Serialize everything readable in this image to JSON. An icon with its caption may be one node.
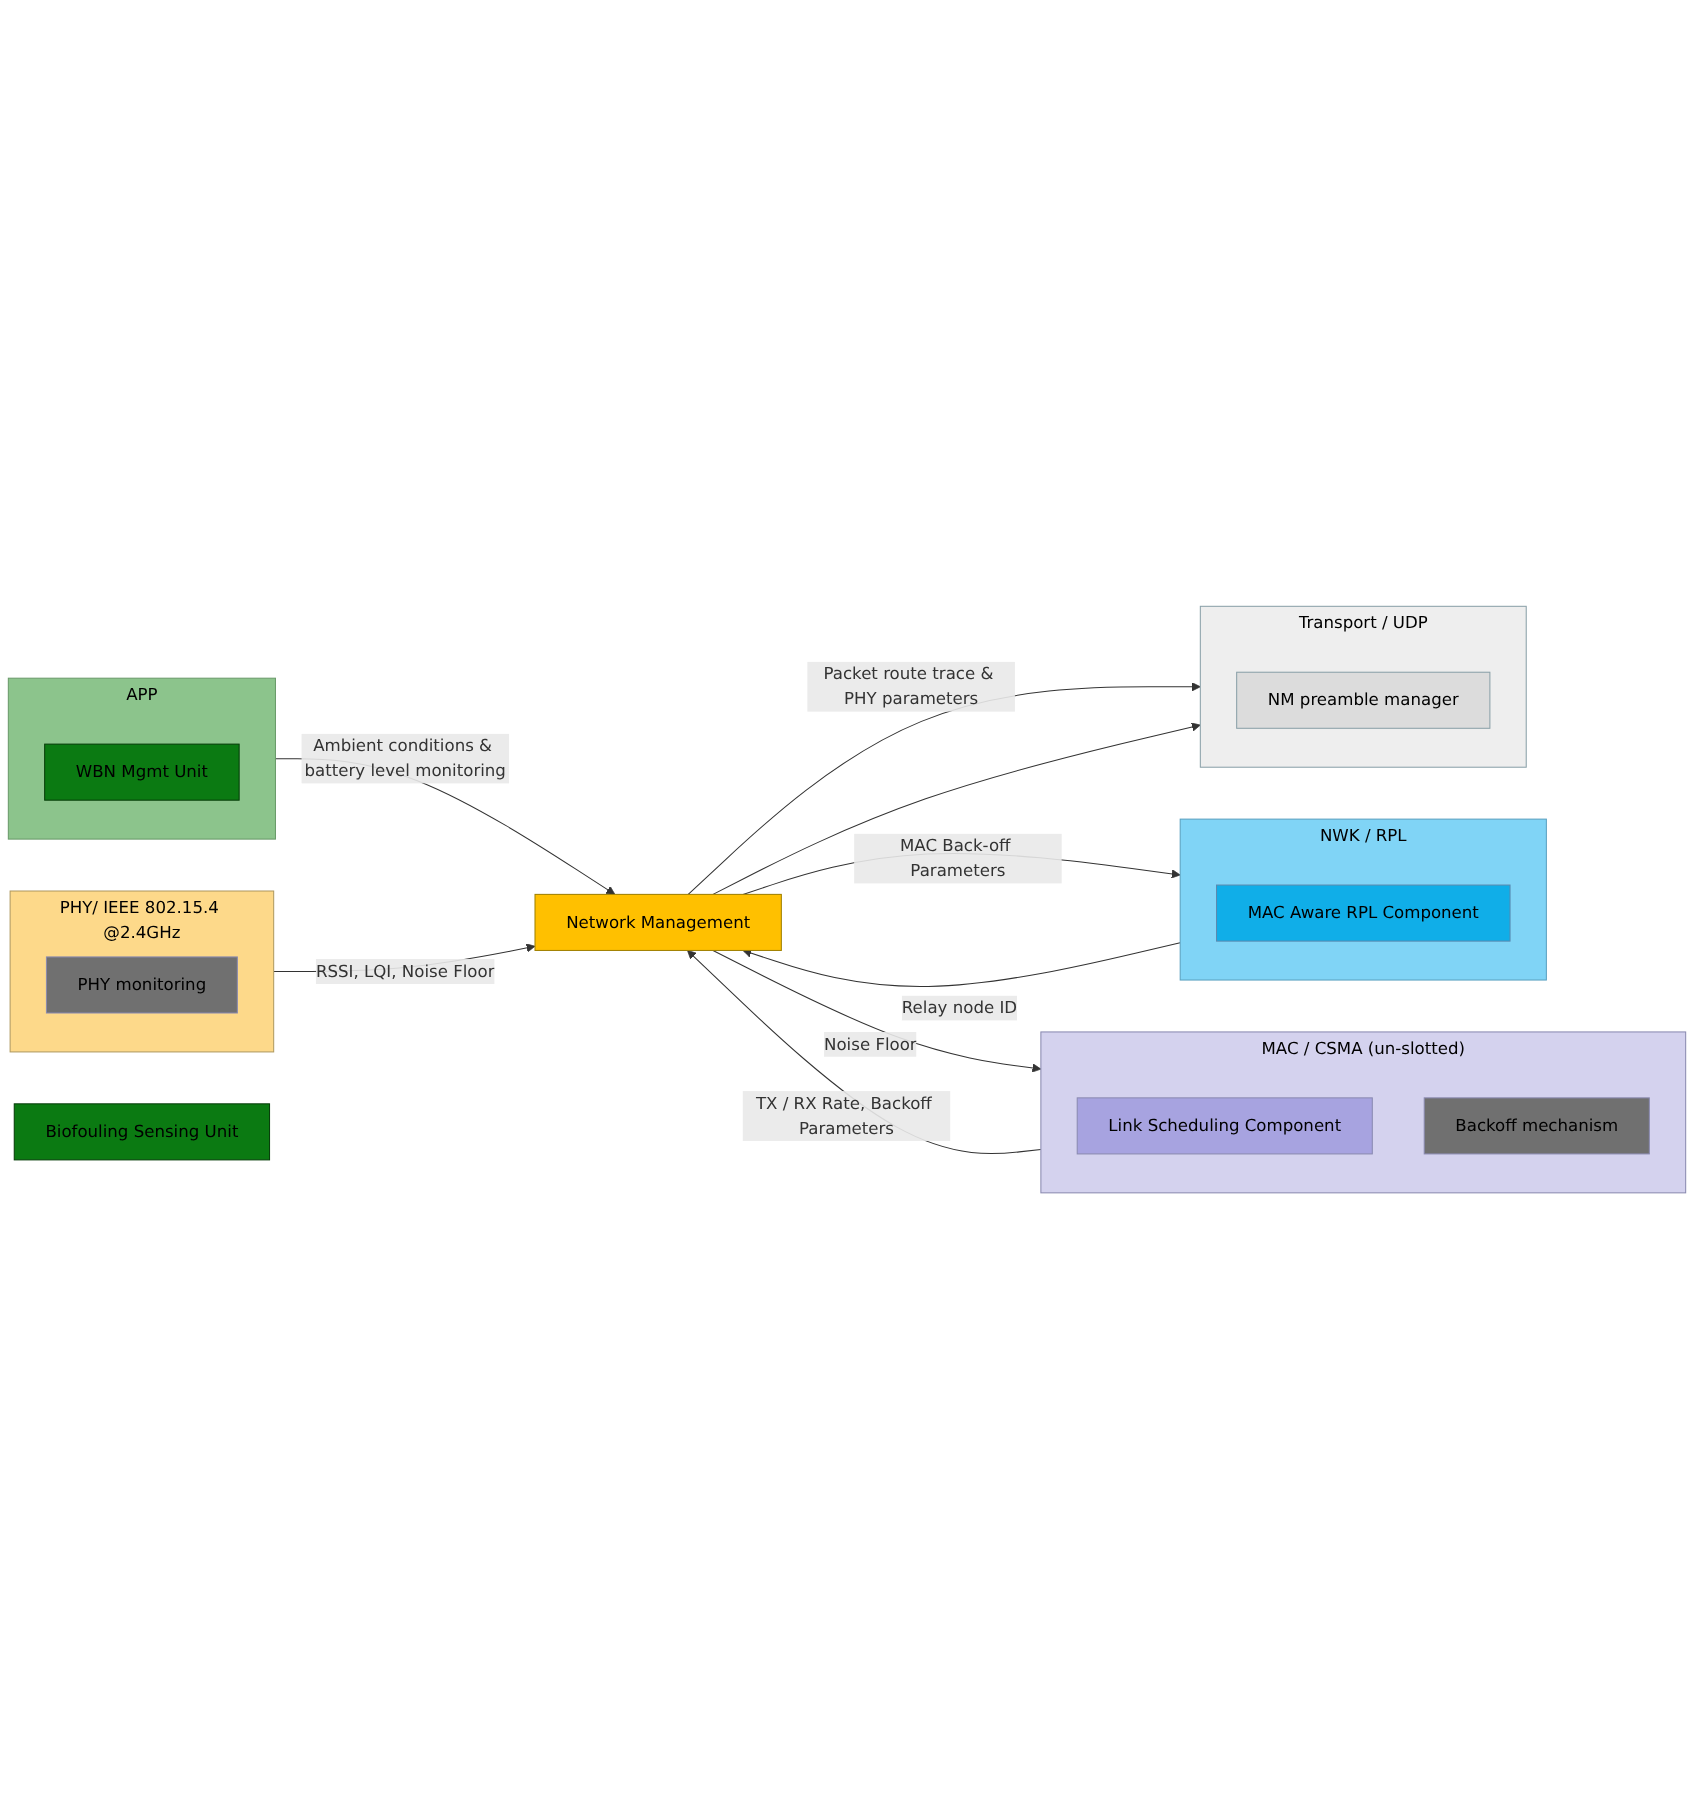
{
  "diagram": {
    "nodes": [
      {
        "text": [
          "Biofouling Sensing Unit"
        ]
      },
      {
        "text": [
          "APP"
        ]
      },
      {
        "text": [
          "WBN Mgmt Unit"
        ],
        "in": 1
      },
      {
        "text": [
          "Transport / UDP"
        ]
      },
      {
        "text": [
          "NM preamble manager"
        ],
        "in": 3
      },
      {
        "text": [
          "NWK / RPL"
        ]
      },
      {
        "text": [
          "MAC Aware RPL Component"
        ],
        "in": 5
      },
      {
        "text": [
          "MAC / CSMA (un-slotted)"
        ]
      },
      {
        "text": [
          "Link Scheduling Component"
        ],
        "in": 7
      },
      {
        "text": [
          "Backoff mechanism"
        ],
        "in": 7
      },
      {
        "text": [
          "PHY/ IEEE 802.15.4 @2.4GHz"
        ]
      },
      {
        "text": [
          "PHY monitoring"
        ],
        "in": 10
      },
      {
        "text": [
          "Network Management"
        ]
      }
    ],
    "edges": [
      {
        "from": 1,
        "to": 12,
        "arrow": "to",
        "label": "Ambient conditions & battery level monitoring"
      },
      {
        "from": 12,
        "to": 3,
        "arrow": "to",
        "label": "Packet route trace & PHY parameters"
      },
      {
        "from": 12,
        "to": 3,
        "arrow": "to"
      },
      {
        "from": 12,
        "to": 5,
        "arrow": "to",
        "label": "MAC Back-off Parameters"
      },
      {
        "from": 5,
        "to": 12,
        "arrow": "to",
        "label": "Relay node ID"
      },
      {
        "from": 12,
        "to": 7,
        "arrow": "to",
        "label": "Noise Floor"
      },
      {
        "from": 7,
        "to": 12,
        "arrow": "to",
        "label": "TX / RX Rate, Backoff Parameters"
      },
      {
        "from": 10,
        "to": 12,
        "arrow": "to",
        "label": "RSSI, LQI, Noise Floor"
      }
    ]
  }
}
